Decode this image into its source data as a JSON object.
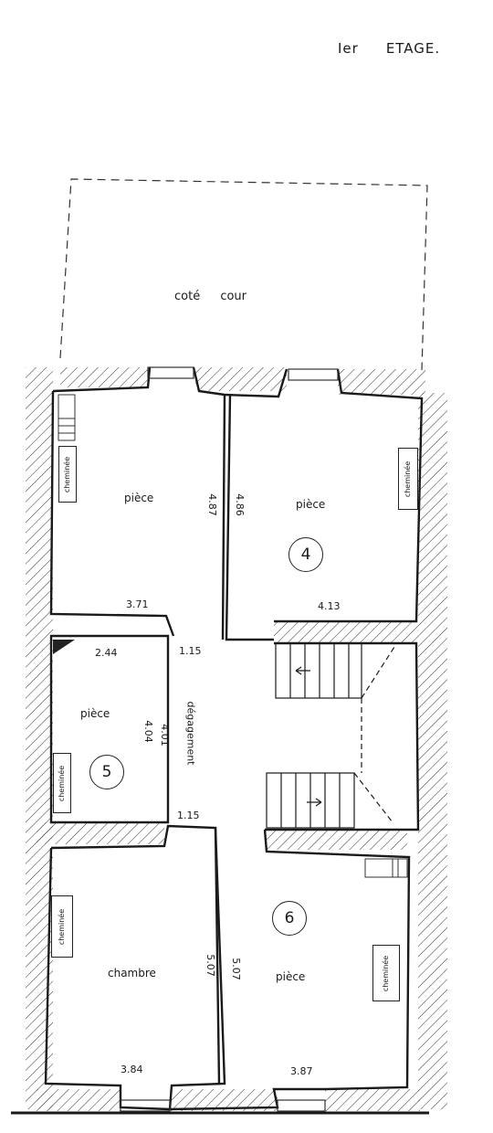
{
  "header": {
    "level": "Ier",
    "floor": "ETAGE."
  },
  "court_label": "coté    cour",
  "rooms": {
    "r1": {
      "label": "pièce",
      "width": "3.71",
      "depth": "4.87",
      "chimney": "cheminée"
    },
    "r4": {
      "label": "pièce",
      "number": "4",
      "width": "4.13",
      "depth": "4.86",
      "chimney": "cheminée"
    },
    "r5": {
      "label": "pièce",
      "number": "5",
      "width": "2.44",
      "depth": "4.04",
      "chimney": "cheminée"
    },
    "corridor": {
      "label": "dégagement",
      "length": "4.01",
      "width_top": "1.15",
      "width_bottom": "1.15"
    },
    "chambre": {
      "label": "chambre",
      "width": "3.84",
      "depth": "5.07",
      "chimney": "cheminée"
    },
    "r6": {
      "label": "pièce",
      "number": "6",
      "width": "3.87",
      "depth": "5.07",
      "chimney": "cheminée"
    }
  }
}
